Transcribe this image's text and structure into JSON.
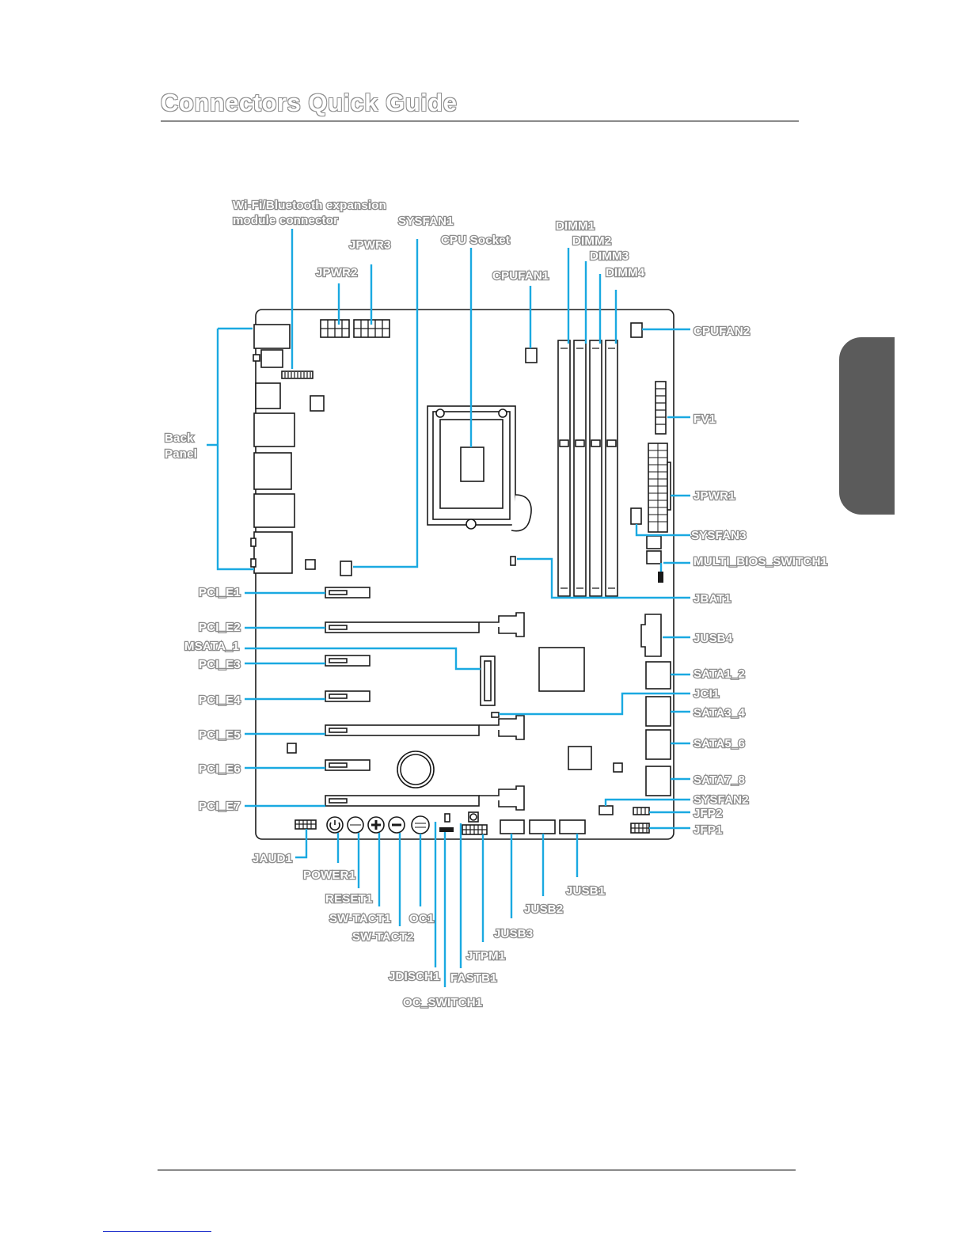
{
  "page": {
    "title": "Connectors Quick Guide"
  },
  "labels": {
    "wifi_bt": [
      "Wi-Fi/Bluetooth  expansion",
      "module connector"
    ],
    "sysfan1": "SYSFAN1",
    "jpwr3": "JPWR3",
    "jpwr2": "JPWR2",
    "cpu_socket": "CPU Socket",
    "cpufan1": "CPUFAN1",
    "dimm1": "DIMM1",
    "dimm2": "DIMM2",
    "dimm3": "DIMM3",
    "dimm4": "DIMM4",
    "cpufan2": "CPUFAN2",
    "fv1": "FV1",
    "back_panel": [
      "Back",
      "Panel"
    ],
    "jpwr1": "JPWR1",
    "sysfan3": "SYSFAN3",
    "multi_bios": "MULTI_BIOS_SWITCH1",
    "pci_e1": "PCI_E1",
    "jbat1": "JBAT1",
    "pci_e2": "PCI_E2",
    "msata": "MSATA_1",
    "jusb4": "JUSB4",
    "pci_e3": "PCI_E3",
    "sata1_2": "SATA1_2",
    "jci1": "JCI1",
    "pci_e4": "PCI_E4",
    "sata3_4": "SATA3_4",
    "pci_e5": "PCI_E5",
    "sata5_6": "SATA5_6",
    "pci_e6": "PCI_E6",
    "sata7_8": "SATA7_8",
    "sysfan2": "SYSFAN2",
    "pci_e7": "PCI_E7",
    "jfp2": "JFP2",
    "jfp1": "JFP1",
    "jaud1": "JAUD1",
    "power1": "POWER1",
    "reset1": "RESET1",
    "sw_tact1": "SW-TACT1",
    "oc1": "OC1",
    "sw_tact2": "SW-TACT2",
    "jusb1": "JUSB1",
    "jusb2": "JUSB2",
    "jusb3": "JUSB3",
    "jtpm1": "JTPM1",
    "jdisch1": "JDISCH1",
    "fastb1": "FASTB1",
    "oc_switch1": "OC_SWITCH1"
  },
  "colors": {
    "leader": "#1aa9e1",
    "label_outline": "#8d8d8d",
    "side_tab": "#5b5b5b",
    "rule": "#8a8a8a"
  }
}
